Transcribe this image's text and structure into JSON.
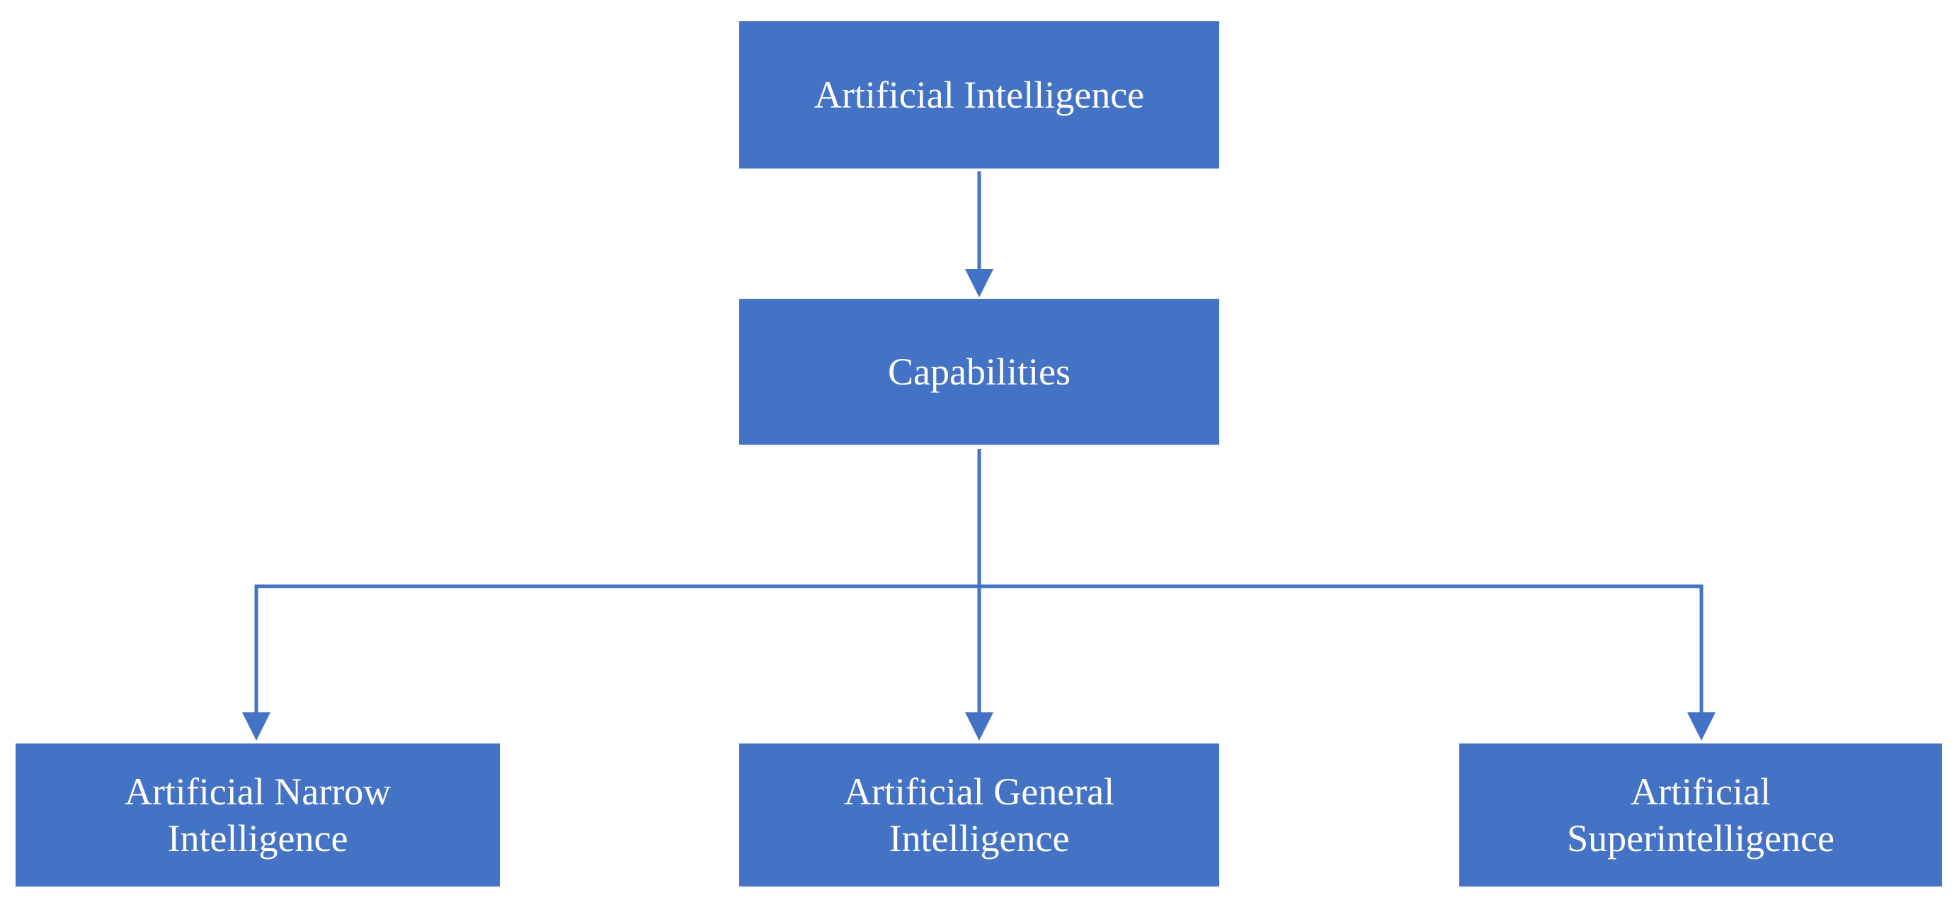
{
  "colors": {
    "box_fill": "#4472C4",
    "box_text": "#FFFFFF",
    "connector": "#4472C4",
    "background": "#FFFFFF"
  },
  "diagram": {
    "root": {
      "label": "Artificial  Intelligence"
    },
    "middle": {
      "label": "Capabilities"
    },
    "leaves": [
      {
        "label": "Artificial Narrow\nIntelligence"
      },
      {
        "label": "Artificial General\nIntelligence"
      },
      {
        "label": "Artificial\nSuperintelligence"
      }
    ],
    "edges": [
      {
        "from": "root",
        "to": "middle"
      },
      {
        "from": "middle",
        "to": "leaves.0"
      },
      {
        "from": "middle",
        "to": "leaves.1"
      },
      {
        "from": "middle",
        "to": "leaves.2"
      }
    ]
  }
}
